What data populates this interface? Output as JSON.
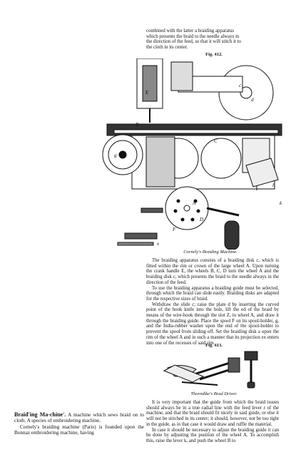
{
  "intro_lines": [
    "combined with the latter a braiding apparatus",
    "which presents the braid to the needle always in",
    "the direction of the feed, so that it will stitch it to",
    "the cloth in its center."
  ],
  "fig412": {
    "label": "Fig. 412.",
    "caption": "Cornely's Braiding Machine.",
    "letters": [
      "E",
      "c",
      "d",
      "B",
      "g",
      "C",
      "A",
      "D",
      "F",
      "h",
      "k",
      "x"
    ]
  },
  "para1": "The braiding apparatus consists of a braiding disk c, which is fitted within the rim or crown of the large wheel A. Upon turning the crank handle E, the wheels B, C, D turn the wheel A and the braiding disk c, which presents the braid to the needle always in the direction of the feed.",
  "para2": "To use the braiding apparatus a braiding guide must be selected, through which the braid can slide easily. Braiding disks are adapted for the respective sizes of braid.",
  "para3": "Withdraw the slide c; raise the plate d by inserting the curved point of the hook knife into the hole, lift the ed of the braid by means of the wire-hook through the slot Z, in wheel A, and draw it through the braiding guide. Place the spool F on its spool-holder, g, and the India-rubber washer upon the end of the spool-holder to prevent the spool from sliding off. Set the braiding disk a upon the rim of the wheel A and in such a manner that its projection ex enters into one of the recesses of said rim.",
  "fig413": {
    "label": "Fig. 413.",
    "caption": "Thorndike's Brad Driver."
  },
  "para4": "It is very important that the guide from which the braid issues should always be in a true radial line with the feed lever r of the machine, and that the braid should fit nicely in said guide, or else it will not be stitched in its center; it should, however, not be too tight in the guide, as in that case it would draw and ruffle the material.",
  "para5": "In case it should be necessary to adjust the braiding guide it can be done by adjusting the position of the wheel A. To accomplish this, raise the lever k, and push the wheel B to",
  "entry": {
    "headword": "Braid'ing Ma-chine'.",
    "def": " A machine which sews braid on to cloth. A species of embroidering machine.",
    "para": "Cornely's braiding machine (Paris) is founded upon the Bonnaz embroidering machine, having"
  }
}
